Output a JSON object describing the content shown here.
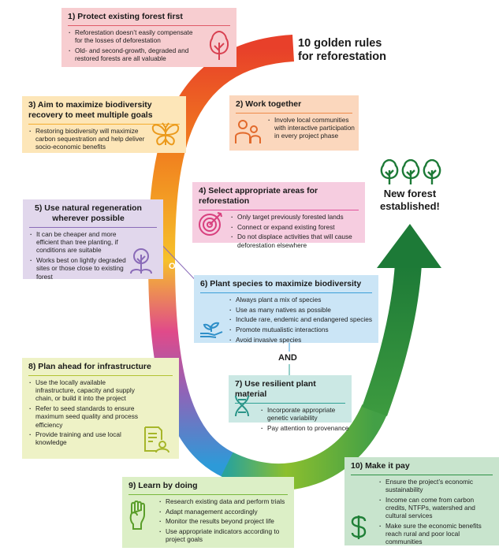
{
  "title": "10 golden rules\nfor reforestation",
  "outcome": "New forest\nestablished!",
  "connector_or": "OR",
  "connector_and": "AND",
  "rules": [
    {
      "title": "1) Protect existing forest first",
      "points": [
        "Reforestation doesn’t easily compensate for the losses of deforestation",
        "Old- and second-growth, degraded and restored forests are all valuable"
      ],
      "color": "#f7cdd0",
      "rule_color": "#e05a68",
      "icon": "tree-icon"
    },
    {
      "title": "2) Work together",
      "points": [
        "Involve local communities with interactive participation in every project phase"
      ],
      "color": "#fbd7bd",
      "rule_color": "#ef8a4a",
      "icon": "people-icon"
    },
    {
      "title": "3) Aim to maximize biodiversity recovery to meet multiple goals",
      "points": [
        "Restoring biodiversity will maximize carbon sequestration and help deliver socio-economic benefits"
      ],
      "color": "#fde6b8",
      "rule_color": "#f4ad2e",
      "icon": "butterfly-icon"
    },
    {
      "title": "4) Select appropriate areas for reforestation",
      "points": [
        "Only target previously forested lands",
        "Connect or expand existing forest",
        "Do not displace activities that will cause deforestation elsewhere"
      ],
      "color": "#f6cde0",
      "rule_color": "#e0529a",
      "icon": "target-icon"
    },
    {
      "title": "5) Use natural regeneration wherever possible",
      "points": [
        "It can be cheaper and more efficient than tree planting, if conditions are suitable",
        "Works best on lightly degraded sites or those close to existing forest"
      ],
      "color": "#e1d7ec",
      "rule_color": "#8a6bb8",
      "icon": "seedling-icon"
    },
    {
      "title": "6) Plant species to maximize biodiversity",
      "points": [
        "Always plant a mix of species",
        "Use as many natives as possible",
        "Include rare, endemic and endangered species",
        "Promote mutualistic interactions",
        "Avoid invasive species"
      ],
      "color": "#cbe5f6",
      "rule_color": "#3c9fd8",
      "icon": "hand-plant-icon"
    },
    {
      "title": "7) Use resilient plant material",
      "points": [
        "Incorporate appropriate genetic variability",
        "Pay attention to provenance"
      ],
      "color": "#cbe8e4",
      "rule_color": "#2fa295",
      "icon": "dna-icon"
    },
    {
      "title": "8) Plan ahead for infrastructure",
      "points": [
        "Use the locally available infrastructure, capacity and supply chain, or build it into the project",
        "Refer to seed standards to ensure maximum seed quality and process efficiency",
        "Provide training and use local knowledge"
      ],
      "color": "#eef2c6",
      "rule_color": "#b2c232",
      "icon": "document-person-icon"
    },
    {
      "title": "9) Learn by doing",
      "points": [
        "Research existing data and perform trials",
        "Adapt management accordingly",
        "Monitor the results beyond project life",
        "Use appropriate indicators according to project goals"
      ],
      "color": "#dcefc6",
      "rule_color": "#78b83c",
      "icon": "fist-icon"
    },
    {
      "title": "10) Make it pay",
      "points": [
        "Ensure the project’s economic sustainability",
        "Income can come from carbon credits, NTFPs, watershed and cultural services",
        "Make sure the economic benefits reach rural and poor local communities"
      ],
      "color": "#c8e4cd",
      "rule_color": "#2e9145",
      "icon": "dollar-icon"
    }
  ]
}
